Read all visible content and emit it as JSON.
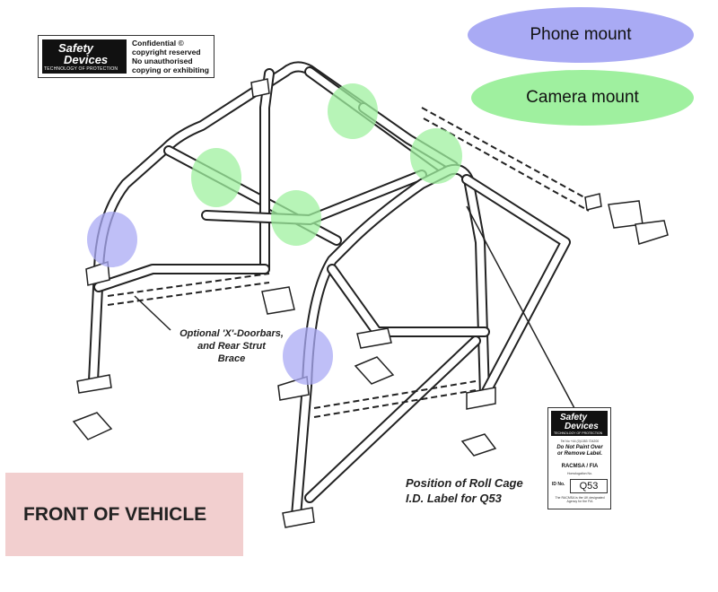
{
  "diagram": {
    "legend": {
      "phone_mount": "Phone mount",
      "camera_mount": "Camera mount"
    },
    "front_label": "FRONT OF VEHICLE",
    "annotation_doorbars": [
      "Optional 'X'-Doorbars,",
      "and Rear Strut",
      "Brace"
    ],
    "annotation_id_label": [
      "Position of Roll Cage",
      "I.D. Label for Q53"
    ],
    "logo": {
      "brand_line1": "Safety",
      "brand_line2": "Devices",
      "tagline": "TECHNOLOGY OF PROTECTION",
      "notice": [
        "Confidential ©",
        "copyright reserved",
        "No unauthorised",
        "copying or exhibiting"
      ]
    },
    "id_label": {
      "brand_line1": "Safety",
      "brand_line2": "Devices",
      "tagline": "TECHNOLOGY OF PROTECTION",
      "tel": "Tel No +44 (0)1353 724200",
      "warning_line1": "Do Not Paint Over",
      "warning_line2": "or Remove Label.",
      "body": "RACMSA / FIA",
      "homologation": "Homologation No.",
      "id_prefix": "ID No.",
      "id_value": "Q53",
      "footer": "The RACMSA is the UK designated Agency for the FIA"
    },
    "colors": {
      "phone_mount": "#a9aaf4",
      "camera_mount": "#9ff09f",
      "front_box": "#f2cfcf",
      "tube_stroke": "#222222"
    }
  }
}
